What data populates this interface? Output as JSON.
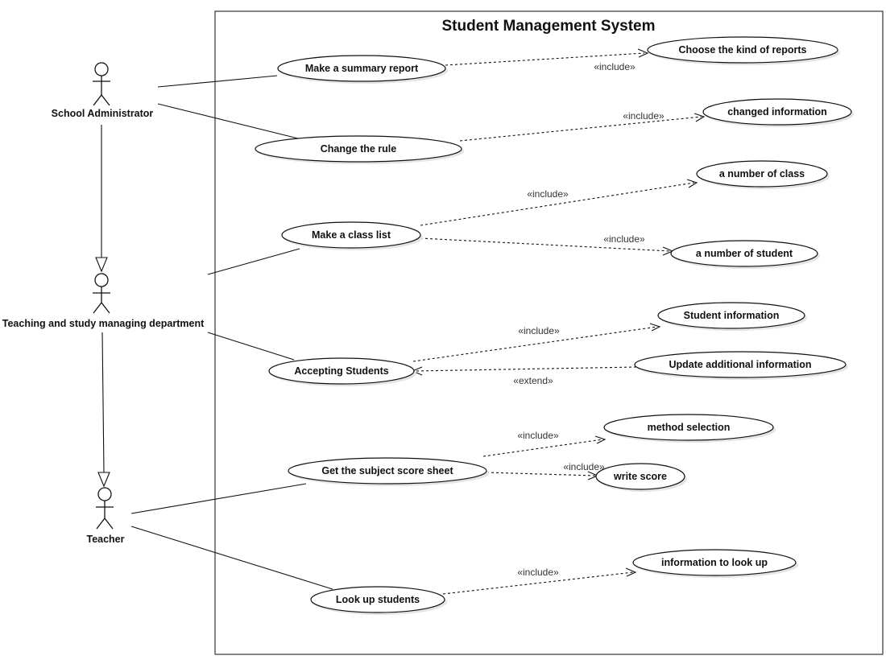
{
  "system": {
    "title": "Student Management System"
  },
  "actors": {
    "admin": "School Administrator",
    "teaching": "Teaching and study managing department",
    "teacher": "Teacher"
  },
  "use_cases": {
    "summary_report": "Make a summary report",
    "kind_reports": "Choose the kind of reports",
    "change_rule": "Change the rule",
    "changed_info": "changed information",
    "class_list": "Make a class list",
    "num_class": "a number of class",
    "num_student": "a number of student",
    "accepting": "Accepting Students",
    "student_info": "Student information",
    "update_info": "Update additional information",
    "score_sheet": "Get the subject score sheet",
    "method_sel": "method selection",
    "write_score": "write score",
    "look_up": "Look up students",
    "info_look_up": "information to look up"
  },
  "stereotypes": {
    "include": "«include»",
    "extend": "«extend»"
  }
}
